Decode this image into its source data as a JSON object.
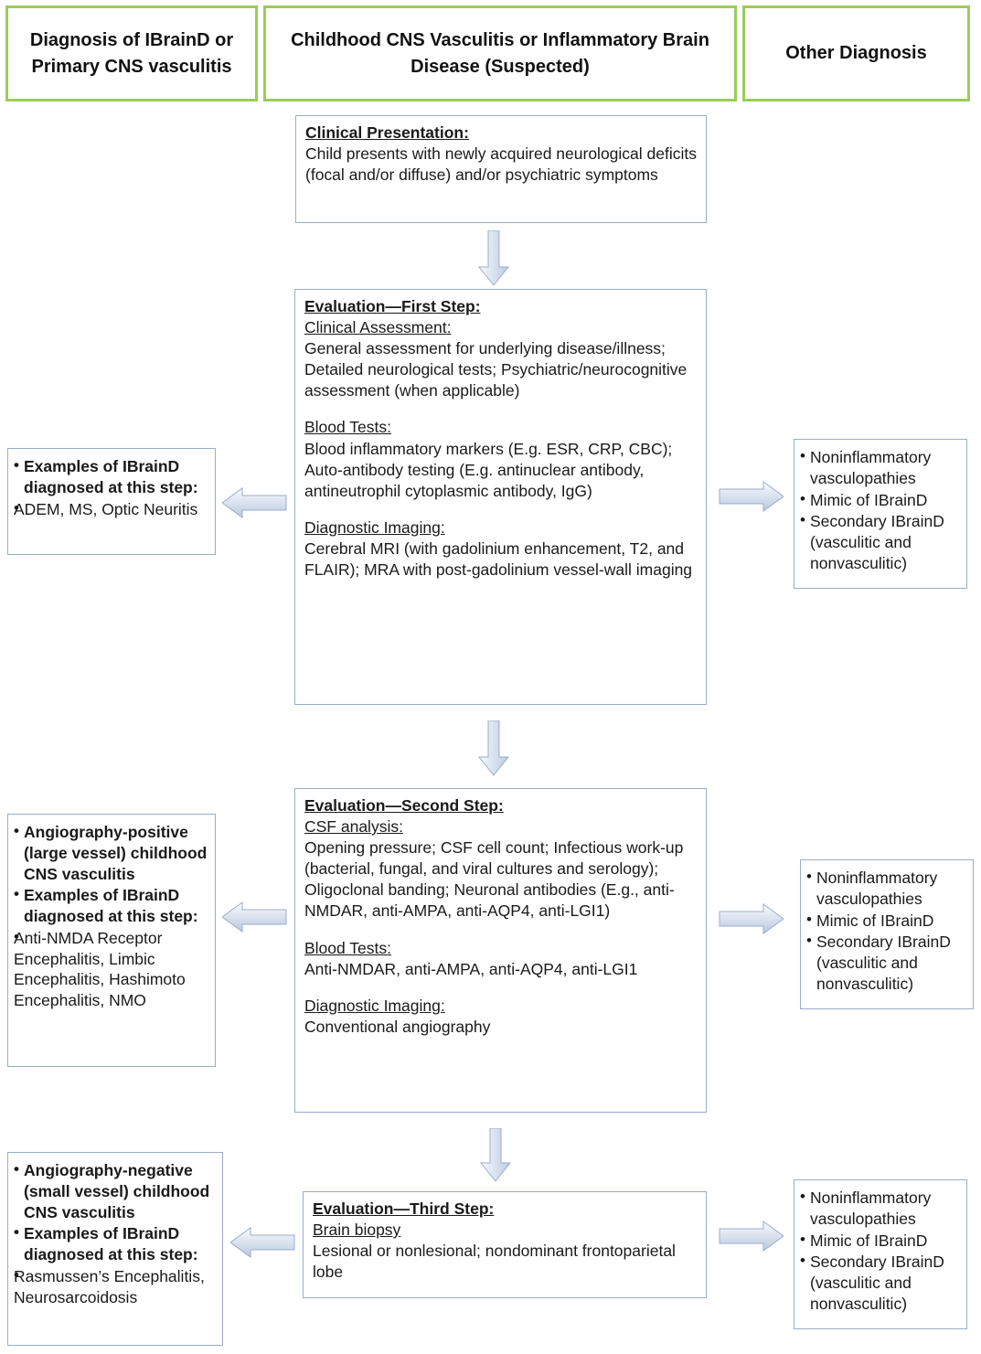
{
  "header": {
    "left": "Diagnosis of IBrainD or Primary CNS vasculitis",
    "center": "Childhood CNS Vasculitis or Inflammatory Brain Disease (Suspected)",
    "right": "Other Diagnosis"
  },
  "clinical_presentation": {
    "title": "Clinical Presentation:",
    "text": "Child presents with newly acquired neurological deficits (focal and/or diffuse) and/or psychiatric symptoms"
  },
  "step1": {
    "title": "Evaluation—First Step:",
    "sub1": "Clinical Assessment:",
    "body1": "General assessment for underlying disease/illness; Detailed neurological tests; Psychiatric/neurocognitive assessment (when applicable)",
    "sub2": "Blood Tests:",
    "body2": "Blood inflammatory markers (E.g. ESR, CRP, CBC); Auto-antibody testing (E.g. antinuclear antibody, antineutrophil cytoplasmic antibody, IgG)",
    "sub3": "Diagnostic Imaging:",
    "body3": "Cerebral MRI (with gadolinium enhancement, T2, and FLAIR); MRA with post-gadolinium vessel-wall imaging"
  },
  "step2": {
    "title": "Evaluation—Second Step:",
    "sub1": "CSF analysis:",
    "body1": "Opening pressure; CSF cell count; Infectious work-up (bacterial, fungal, and viral cultures and serology); Oligoclonal banding; Neuronal antibodies (E.g., anti-NMDAR, anti-AMPA, anti-AQP4, anti-LGI1)",
    "sub2": "Blood Tests:",
    "body2": "Anti-NMDAR, anti-AMPA, anti-AQP4, anti-LGI1",
    "sub3": "Diagnostic Imaging:",
    "body3": "Conventional angiography"
  },
  "step3": {
    "title": "Evaluation—Third Step:",
    "sub1": "Brain biopsy",
    "body1": "Lesional or nonlesional; nondominant frontoparietal lobe"
  },
  "left1": {
    "bullets": [
      "Examples of IBrainD diagnosed at this step:"
    ],
    "plain": "ADEM, MS, Optic Neuritis"
  },
  "left2": {
    "bullets": [
      "Angiography-positive (large vessel) childhood CNS vasculitis",
      "Examples of IBrainD diagnosed at this step:"
    ],
    "plain": "Anti-NMDA Receptor Encephalitis, Limbic Encephalitis, Hashimoto Encephalitis, NMO"
  },
  "left3": {
    "bullets": [
      "Angiography-negative (small vessel) childhood CNS vasculitis",
      "Examples of IBrainD diagnosed at this step:"
    ],
    "plain": "Rasmussen’s Encephalitis, Neurosarcoidosis"
  },
  "right_common": {
    "bullets": [
      "Noninflammatory vasculopathies",
      "Mimic of IBrainD",
      "Secondary IBrainD (vasculitic and nonvasculitic)"
    ]
  },
  "right1": {
    "bullets": [
      "Noninflammatory vasculopathies",
      "Mimic of IBrainD",
      "Secondary IBrainD (vasculitic and nonvasculitic)"
    ]
  },
  "right2": {
    "bullets": [
      "Noninflammatory vasculopathies",
      "Mimic of IBrainD",
      "Secondary IBrainD (vasculitic and nonvasculitic)"
    ]
  },
  "right3": {
    "bullets": [
      "Noninflammatory vasculopathies",
      "Mimic of IBrainD",
      "Secondary IBrainD (vasculitic and nonvasculitic)"
    ]
  },
  "colors": {
    "header_border": "#9ACD5B",
    "box_border": "#9BACC8",
    "arrow_fill": "#C6D2E4",
    "arrow_stroke": "#8FA3BE",
    "text": "#1a1a1a",
    "background": "#ffffff"
  },
  "icons": {
    "arrow_down": "down-arrow-icon",
    "arrow_left": "left-arrow-icon",
    "arrow_right": "right-arrow-icon"
  }
}
